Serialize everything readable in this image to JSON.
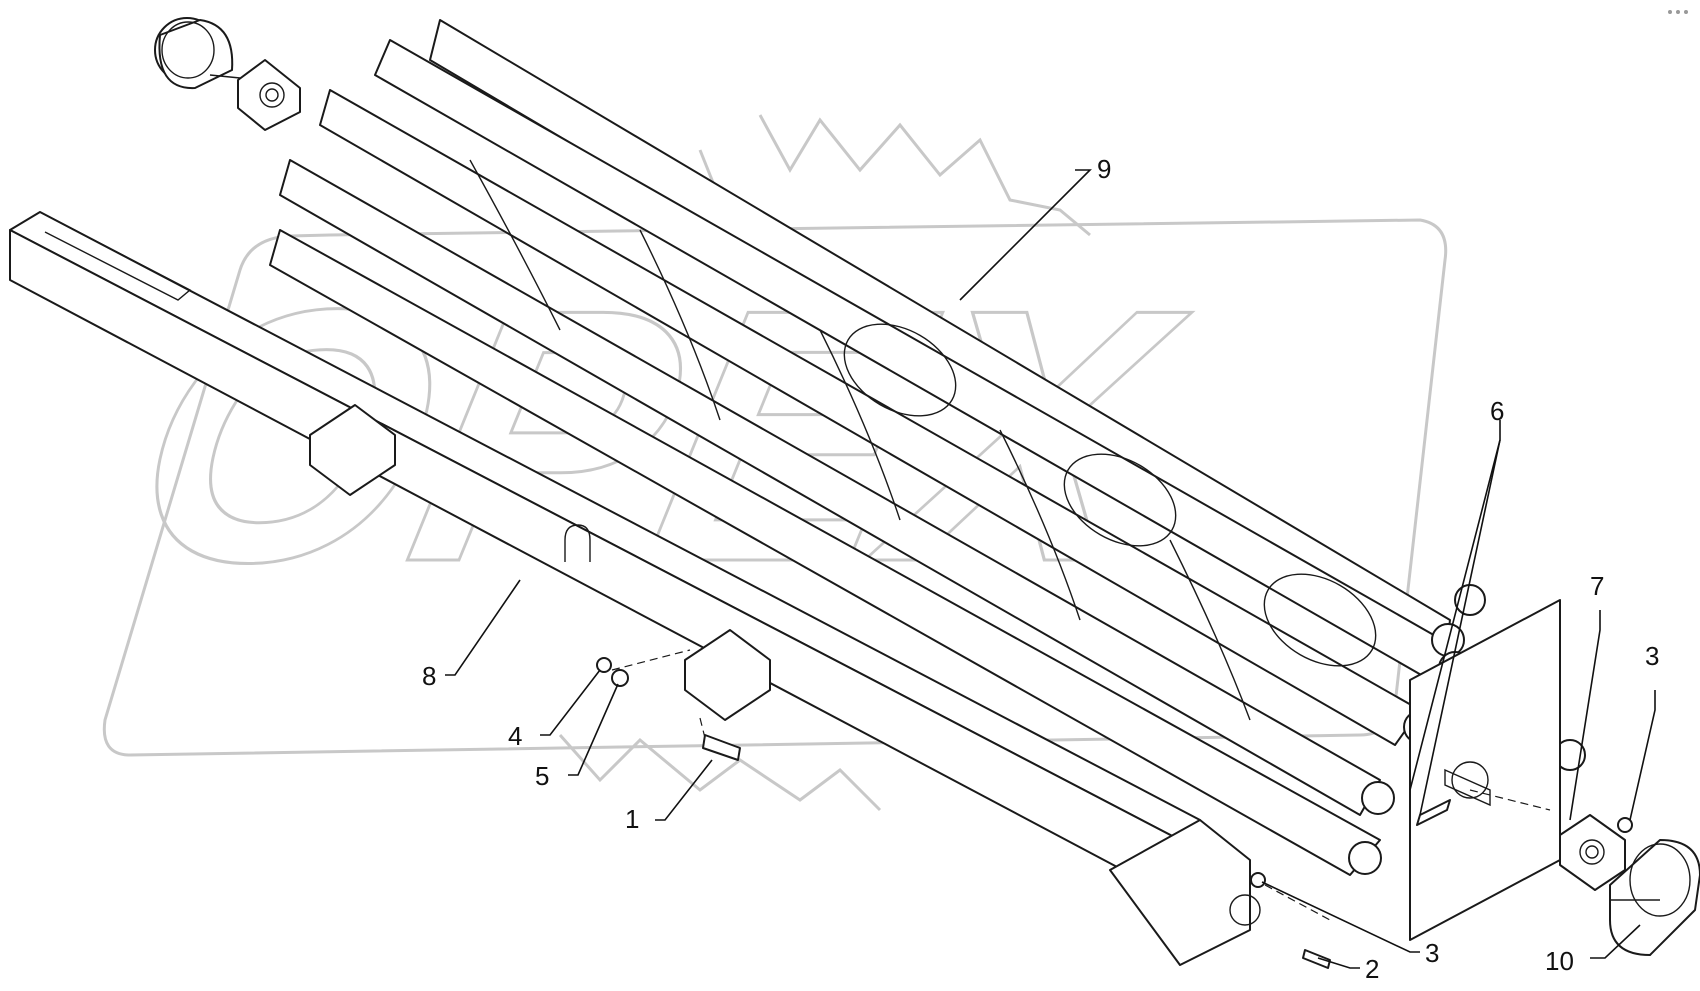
{
  "watermark": {
    "text": "OPEX"
  },
  "callouts": [
    {
      "id": "9",
      "label": "9"
    },
    {
      "id": "6",
      "label": "6"
    },
    {
      "id": "7",
      "label": "7"
    },
    {
      "id": "3a",
      "label": "3"
    },
    {
      "id": "8",
      "label": "8"
    },
    {
      "id": "4",
      "label": "4"
    },
    {
      "id": "5",
      "label": "5"
    },
    {
      "id": "1",
      "label": "1"
    },
    {
      "id": "3b",
      "label": "3"
    },
    {
      "id": "2",
      "label": "2"
    },
    {
      "id": "10",
      "label": "10"
    }
  ],
  "colors": {
    "ink": "#1a1a1a",
    "watermark": "#c8c8c8",
    "background": "#ffffff"
  }
}
